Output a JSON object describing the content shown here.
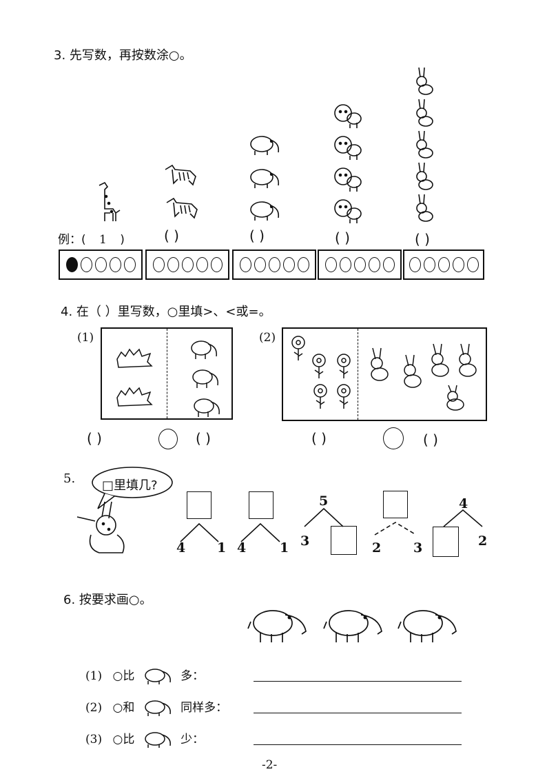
{
  "q3": {
    "title": "3. 先写数，再按数涂○。",
    "example_label": "例：(",
    "example_value": "1",
    "example_close": ")",
    "blank_paren": "(      )",
    "animals": [
      "giraffe",
      "zebra",
      "elephant",
      "monkey",
      "rabbit"
    ],
    "counts": [
      1,
      2,
      3,
      4,
      5
    ]
  },
  "q4": {
    "title": "4. 在（    ）里写数，○里填>、<或=。",
    "part1_label": "(1)",
    "part2_label": "(2)",
    "blank_paren": "(      )"
  },
  "q5": {
    "title": "5.",
    "bubble_text": "□里填几?",
    "trees": [
      {
        "top": "",
        "left": "4",
        "right": "1"
      },
      {
        "top": "",
        "left": "4",
        "right": "1"
      },
      {
        "top": "5",
        "left": "3",
        "right": ""
      },
      {
        "top": "",
        "left": "2",
        "right": "3"
      },
      {
        "top": "4",
        "left": "",
        "right": "2"
      }
    ]
  },
  "q6": {
    "title": "6. 按要求画○。",
    "items": [
      {
        "label": "(1)",
        "pre": "○比",
        "post": "多："
      },
      {
        "label": "(2)",
        "pre": "○和",
        "post": "同样多："
      },
      {
        "label": "(3)",
        "pre": "○比",
        "post": "少："
      }
    ]
  },
  "footer": {
    "page": "-2-"
  },
  "icons": {
    "animal": "elephant-icon",
    "bubble": "speech-bubble-icon"
  }
}
